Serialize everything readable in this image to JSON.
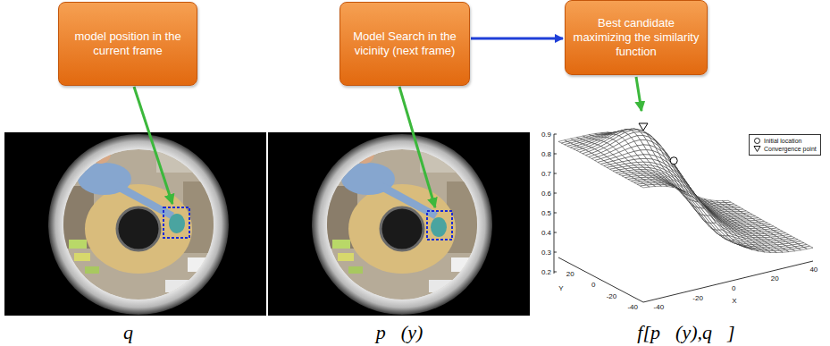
{
  "diagram": {
    "nodes": [
      {
        "text": [
          "model position in the current frame"
        ]
      },
      {
        "text": [
          "Model Search in the vicinity (next frame)"
        ]
      },
      {
        "text": [
          "Best candidate maximizing the similarity function"
        ]
      }
    ],
    "edges": [
      {
        "from": 1,
        "to": 2,
        "arrow": "to"
      }
    ],
    "labels": [
      "0.9",
      "0.8",
      "0.7",
      "0.6",
      "0.5",
      "0.4",
      "0.3",
      "0.2",
      "20",
      "0",
      "-20",
      "-40",
      "-40",
      "-20",
      "0",
      "20",
      "40",
      "Y",
      "X",
      "q⃗",
      "p⃗(y)",
      "f[p⃗(y),q⃗]"
    ],
    "legend": [
      {
        "text": "Initial location"
      },
      {
        "text": "Convergence point"
      }
    ]
  }
}
